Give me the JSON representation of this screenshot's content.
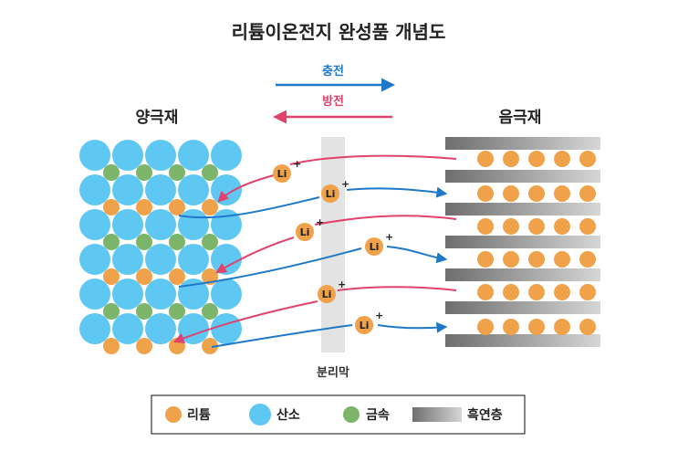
{
  "title": "리튬이온전지 완성품 개념도",
  "cathode": {
    "label": "양극재"
  },
  "anode": {
    "label": "음극재"
  },
  "separator": {
    "label": "분리막"
  },
  "directions": {
    "charge": {
      "label": "충전",
      "color": "#1f78c8"
    },
    "discharge": {
      "label": "방전",
      "color": "#e0426b"
    }
  },
  "ion": {
    "symbol": "Li",
    "charge": "+"
  },
  "colors": {
    "lithium": "#f0a24b",
    "oxygen": "#5ec8f2",
    "metal": "#7cb46a",
    "graphite_dark": "#6e6e6e",
    "graphite_light": "#c8c8c8",
    "separator": "#e3e3e3"
  },
  "legend": {
    "items": [
      {
        "label": "리튬",
        "kind": "lithium"
      },
      {
        "label": "산소",
        "kind": "oxygen"
      },
      {
        "label": "금속",
        "kind": "metal"
      },
      {
        "label": "흑연층",
        "kind": "graphite"
      }
    ]
  }
}
